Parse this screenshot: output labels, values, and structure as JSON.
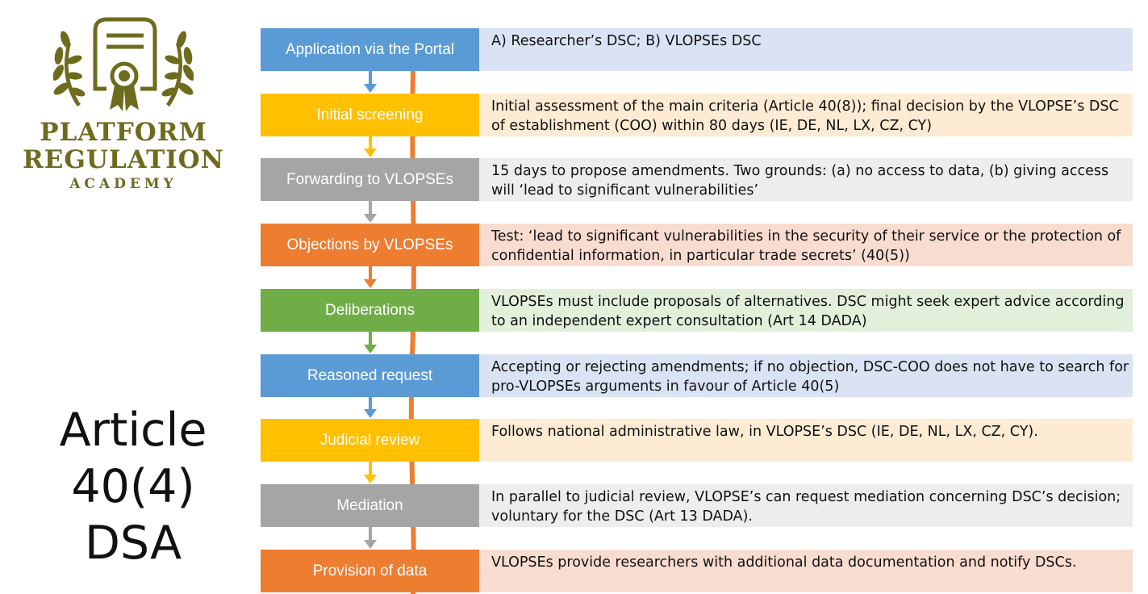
{
  "brand": {
    "line1": "PLATFORM",
    "line2": "REGULATION",
    "line3": "ACADEMY"
  },
  "article": {
    "line1": "Article",
    "line2": "40(4)",
    "line3": "DSA"
  },
  "colors": {
    "blue": "#5b9bd5",
    "yellow": "#ffc000",
    "gray": "#a5a5a5",
    "orange": "#ed7d31",
    "green": "#70ad47",
    "blue_light": "#dae3f3",
    "yellow_light": "#fdebd3",
    "gray_light": "#ededed",
    "orange_light": "#f9dcd0",
    "green_light": "#e2efda",
    "logo_olive": "#6e6b1e"
  },
  "steps": [
    {
      "label": "Application via the Portal",
      "color": "blue",
      "description": "A) Researcher’s DSC; B) VLOPSEs DSC"
    },
    {
      "label": "Initial screening",
      "color": "yellow",
      "description": "Initial assessment of the main criteria (Article 40(8)); final decision by the VLOPSE’s DSC of establishment (COO) within 80 days (IE, DE, NL, LX, CZ, CY)"
    },
    {
      "label": "Forwarding to VLOPSEs",
      "color": "gray",
      "description": "15 days to propose amendments. Two grounds: (a) no access to data, (b) giving access will ‘lead to significant vulnerabilities’"
    },
    {
      "label": "Objections by VLOPSEs",
      "color": "orange",
      "description": "Test: ‘lead to significant vulnerabilities in the security of their service or the protection of confidential information, in particular trade secrets’ (40(5))"
    },
    {
      "label": "Deliberations",
      "color": "green",
      "description": "VLOPSEs must include proposals of alternatives. DSC might seek expert advice according to an independent expert consultation (Art 14 DADA)"
    },
    {
      "label": "Reasoned request",
      "color": "blue",
      "description": "Accepting or rejecting amendments; if no objection, DSC-COO does not have to search for pro-VLOPSEs arguments in favour of Article 40(5)"
    },
    {
      "label": "Judicial review",
      "color": "yellow",
      "description": "Follows national administrative law, in VLOPSE’s DSC (IE, DE, NL, LX, CZ, CY)."
    },
    {
      "label": "Mediation",
      "color": "gray",
      "description": "In parallel to judicial review, VLOPSE’s can request mediation concerning DSC’s decision; voluntary for the DSC (Art 13 DADA)."
    },
    {
      "label": "Provision of data",
      "color": "orange",
      "description": "VLOPSEs provide researchers with additional data documentation and notify DSCs."
    }
  ]
}
